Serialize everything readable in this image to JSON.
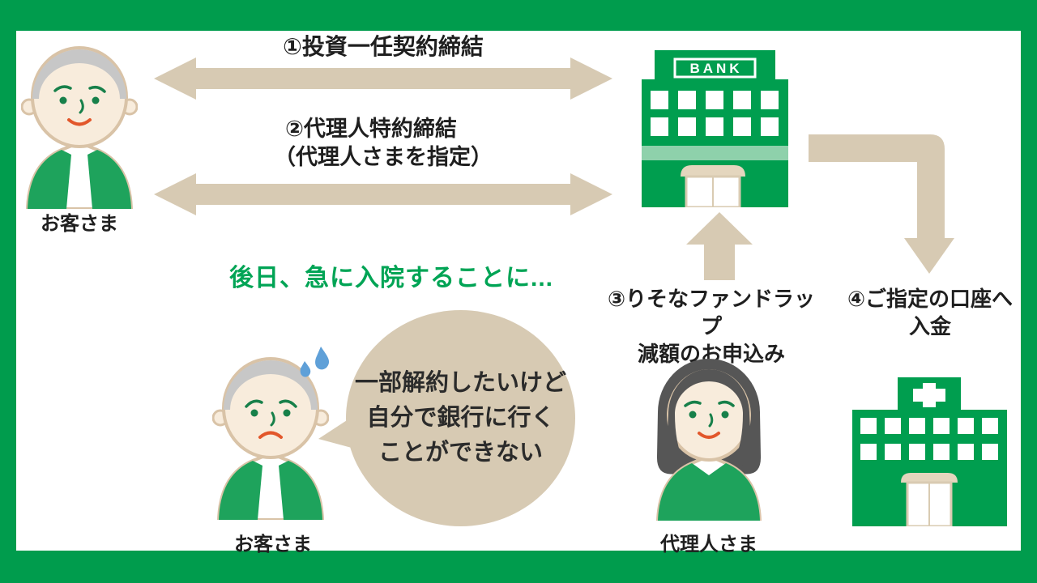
{
  "palette": {
    "frame_green": "#009c4d",
    "building_green": "#009e4f",
    "light_green_stripe": "#8ed1ab",
    "arrow_tan": "#d7cab3",
    "heading_green": "#00a455",
    "sweat_blue": "#5fa0d8"
  },
  "labels": {
    "customer_top": "お客さま",
    "customer_bottom": "お客さま",
    "agent": "代理人さま"
  },
  "bank": {
    "sign": "BANK"
  },
  "steps": {
    "s1": "①投資一任契約締結",
    "s2_line1": "②代理人特約締結",
    "s2_line2": "（代理人さまを指定）",
    "s3_line1": "③りそなファンドラップ",
    "s3_line2": "減額のお申込み",
    "s4_line1": "④ご指定の口座へ",
    "s4_line2": "入金"
  },
  "heading": "後日、急に入院することに...",
  "bubble": {
    "line1": "一部解約したいけど",
    "line2": "自分で銀行に行く",
    "line3": "ことができない"
  }
}
